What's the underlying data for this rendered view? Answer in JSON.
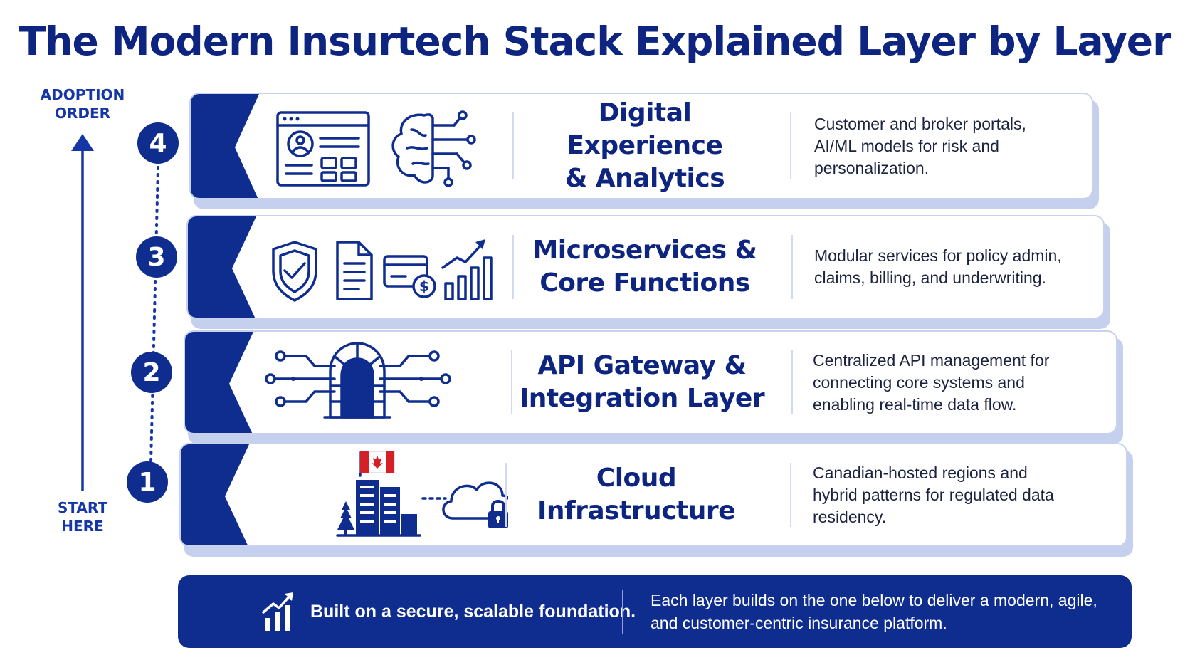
{
  "title": "The Modern Insurtech Stack Explained Layer by Layer",
  "adoption_label": "ADOPTION\nORDER",
  "start_label": "START\nHERE",
  "colors": {
    "primary": "#0f2d8f",
    "shadow": "#c5d0ef",
    "canada_red": "#d42027"
  },
  "layers": [
    {
      "number": "4",
      "name": "Digital Experience\n& Analytics",
      "description": "Customer and broker portals, AI/ML models for risk and personalization.",
      "icons": [
        "web-portal-icon",
        "ai-brain-icon"
      ]
    },
    {
      "number": "3",
      "name": "Microservices &\nCore Functions",
      "description": "Modular services for policy admin, claims, billing, and underwriting.",
      "icons": [
        "shield-check-icon",
        "document-icon",
        "billing-card-icon",
        "growth-chart-icon"
      ]
    },
    {
      "number": "2",
      "name": "API Gateway &\nIntegration Layer",
      "description": "Centralized API management for connecting core systems and enabling real-time data flow.",
      "icons": [
        "api-gateway-icon"
      ]
    },
    {
      "number": "1",
      "name": "Cloud\nInfrastructure",
      "description": "Canadian-hosted regions and hybrid patterns for regulated data residency.",
      "icons": [
        "canada-flag-icon",
        "datacenter-building-icon",
        "secure-cloud-icon"
      ]
    }
  ],
  "footer": {
    "left_text": "Built on a secure, scalable foundation.",
    "right_text": "Each layer builds on the one below to deliver a modern, agile, and customer-centric insurance platform.",
    "icon": "growth-chart-icon"
  }
}
